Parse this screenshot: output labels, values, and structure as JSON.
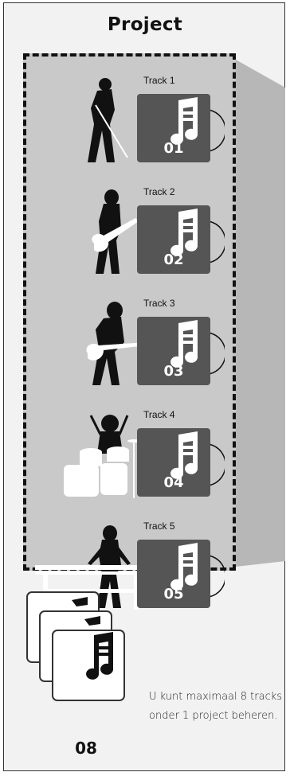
{
  "title": "Project",
  "tracks": [
    {
      "label": "Track 1",
      "number": "01"
    },
    {
      "label": "Track 2",
      "number": "02"
    },
    {
      "label": "Track 3",
      "number": "03"
    },
    {
      "label": "Track 4",
      "number": "04"
    },
    {
      "label": "Track 5",
      "number": "05"
    }
  ],
  "stack": {
    "number": "08"
  },
  "note": "U kunt maximaal 8 tracks onder 1 project beheren.",
  "colors": {
    "project_bg": "#c9c9c9",
    "card": "#555555",
    "wedge": "#b5b5b5",
    "frame_bg": "#f2f2f2"
  },
  "icons": [
    "singer-silhouette",
    "guitarist-silhouette",
    "bassist-silhouette",
    "drummer-silhouette",
    "keyboardist-silhouette",
    "music-note-icon"
  ]
}
